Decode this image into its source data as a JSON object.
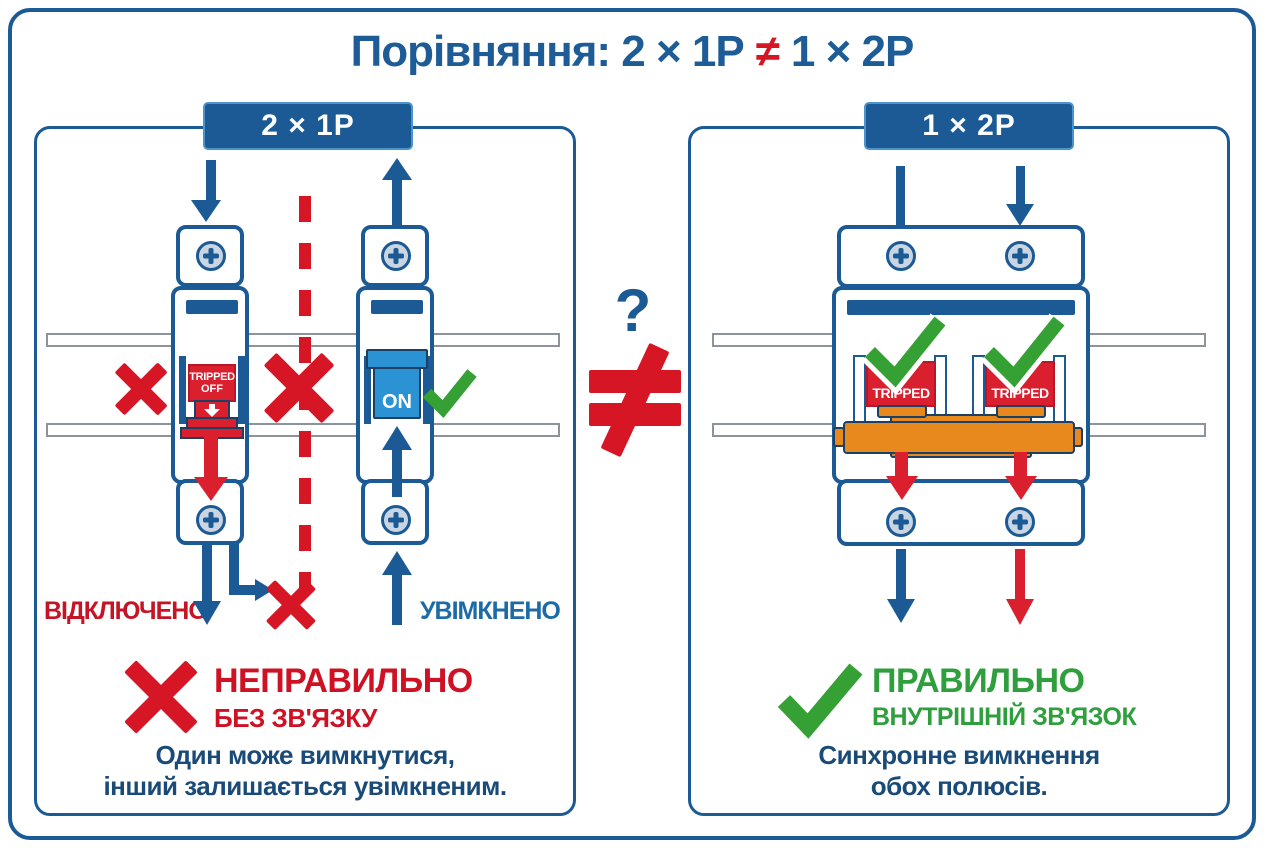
{
  "title": {
    "prefix": "Порівняння: 2 × 1P",
    "not_equal": "≠",
    "suffix": "1 × 2P"
  },
  "middle": {
    "question_mark": "?",
    "not_equal": "≠"
  },
  "left_panel": {
    "header": "2 × 1P",
    "tripped_breaker": {
      "toggle_line1": "TRIPPED",
      "toggle_line2": "OFF"
    },
    "on_breaker": {
      "toggle_label": "ON"
    },
    "off_label": "ВІДКЛЮЧЕНО",
    "on_label": "УВІМКНЕНО",
    "verdict": "НЕПРАВИЛЬНО",
    "verdict_sub": "БЕЗ ЗВ'ЯЗКУ",
    "caption_line1": "Один може вимкнутися,",
    "caption_line2": "інший залишається увімкненим."
  },
  "right_panel": {
    "header": "1 × 2P",
    "pole1_toggle": "TRIPPED",
    "pole2_toggle": "TRIPPED",
    "verdict": "ПРАВИЛЬНО",
    "verdict_sub": "ВНУТРІШНІЙ ЗВ'ЯЗОК",
    "caption_line1": "Синхронне вимкнення",
    "caption_line2": "обох полюсів."
  },
  "colors": {
    "primary_blue": "#1b5a94",
    "red": "#d61525",
    "toggle_red": "#da1f2e",
    "toggle_blue": "#2b93d4",
    "green": "#2f9e3c",
    "orange": "#e8891e",
    "caption_navy": "#1a4b78",
    "rail_gray": "#8d939b"
  }
}
